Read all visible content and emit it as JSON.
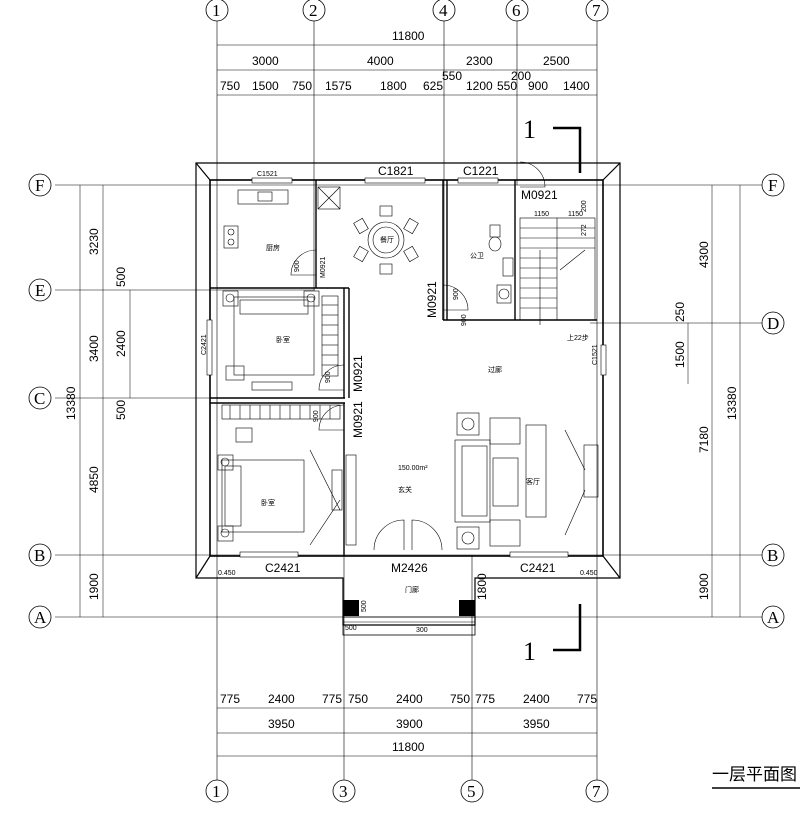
{
  "title": "一层平面图",
  "axes_top": [
    "1",
    "2",
    "4",
    "6",
    "7"
  ],
  "axes_bottom": [
    "1",
    "3",
    "5",
    "7"
  ],
  "axes_left": [
    "F",
    "E",
    "C",
    "B",
    "A"
  ],
  "axes_right": [
    "F",
    "D",
    "B",
    "A"
  ],
  "dims_top": {
    "total": "11800",
    "row2": [
      "3000",
      "4000",
      "2300",
      "2500"
    ],
    "row3": [
      "750",
      "1500",
      "750",
      "1575",
      "1800",
      "625",
      "550",
      "1200",
      "200",
      "550",
      "900",
      "1400"
    ]
  },
  "dims_bottom": {
    "row1": [
      "775",
      "2400",
      "775",
      "750",
      "2400",
      "750",
      "775",
      "2400",
      "775"
    ],
    "row2": [
      "3950",
      "3900",
      "3950"
    ],
    "total": "11800"
  },
  "dims_left": {
    "total": "13380",
    "row2": [
      "3230",
      "3400",
      "4850",
      "1900"
    ],
    "row3": [
      "500",
      "2400",
      "500"
    ]
  },
  "dims_right": {
    "total": "13380",
    "row2": [
      "4300",
      "7180",
      "1900"
    ],
    "row3": [
      "250",
      "1500"
    ]
  },
  "windows": [
    "C1821",
    "C1221",
    "C1521",
    "C2421",
    "C2421",
    "C2421",
    "C1521"
  ],
  "doors": [
    "M0921",
    "M0921",
    "M0921",
    "M0921",
    "M0921",
    "M2426"
  ],
  "door_widths": [
    "900",
    "900",
    "900",
    "900",
    "900"
  ],
  "rooms": [
    "厨房",
    "餐厅",
    "公卫",
    "卧室",
    "卧室",
    "过廊",
    "玄关",
    "客厅",
    "门廊"
  ],
  "area": "150.00m²",
  "stair": {
    "label": "上",
    "steps": "22步",
    "dims": [
      "1150",
      "1150",
      "200",
      "272"
    ]
  },
  "section_mark": "1",
  "porch": [
    "500",
    "500",
    "300",
    "1800"
  ],
  "small_tags": [
    "0.450",
    "0.450"
  ]
}
